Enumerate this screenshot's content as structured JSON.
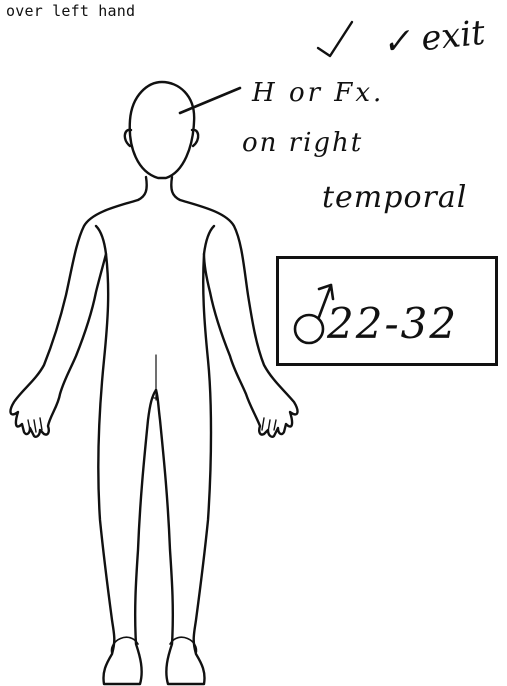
{
  "form": {
    "typed_caption": "over left hand"
  },
  "annotations": {
    "scribble": "✓ exit",
    "line1": "H or Fx.",
    "line2": "on right",
    "line3": "temporal"
  },
  "stamp": {
    "symbol": "male-symbol-icon",
    "age_range": "22-32"
  },
  "figure": {
    "type": "body-diagram-front-view",
    "ink_color": "#111111"
  }
}
